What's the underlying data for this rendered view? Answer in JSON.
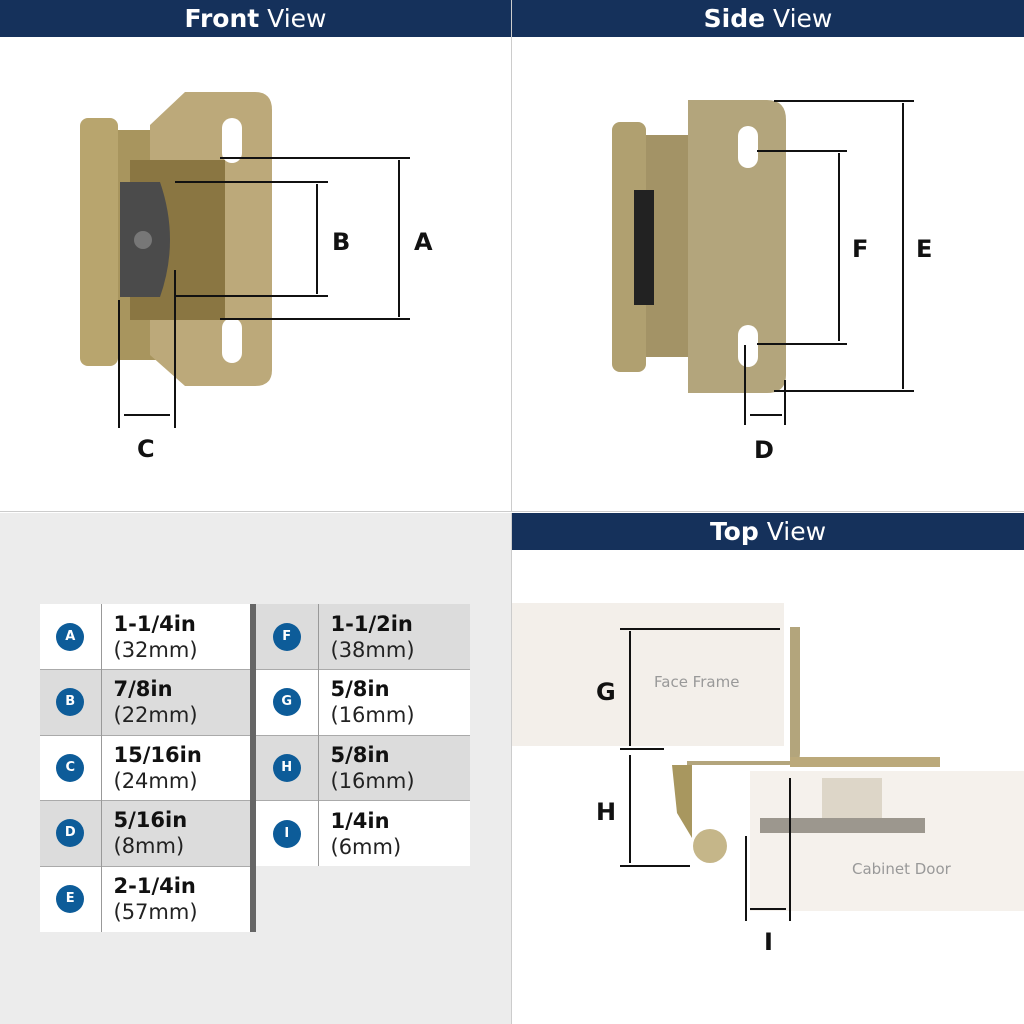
{
  "panels": {
    "front": {
      "title_bold": "Front",
      "title_light": "View",
      "labels": [
        "A",
        "B",
        "C"
      ]
    },
    "side": {
      "title_bold": "Side",
      "title_light": "View",
      "labels": [
        "D",
        "E",
        "F"
      ]
    },
    "top": {
      "title_bold": "Top",
      "title_light": "View",
      "labels": [
        "G",
        "H",
        "I"
      ],
      "face_frame": "Face Frame",
      "cabinet_door": "Cabinet Door"
    }
  },
  "specs": {
    "left": [
      {
        "letter": "A",
        "inches": "1-1/4in",
        "mm": "(32mm)"
      },
      {
        "letter": "B",
        "inches": "7/8in",
        "mm": "(22mm)"
      },
      {
        "letter": "C",
        "inches": "15/16in",
        "mm": "(24mm)"
      },
      {
        "letter": "D",
        "inches": "5/16in",
        "mm": "(8mm)"
      },
      {
        "letter": "E",
        "inches": "2-1/4in",
        "mm": "(57mm)"
      }
    ],
    "right": [
      {
        "letter": "F",
        "inches": "1-1/2in",
        "mm": "(38mm)"
      },
      {
        "letter": "G",
        "inches": "5/8in",
        "mm": "(16mm)"
      },
      {
        "letter": "H",
        "inches": "5/8in",
        "mm": "(16mm)"
      },
      {
        "letter": "I",
        "inches": "1/4in",
        "mm": "(6mm)"
      }
    ]
  },
  "colors": {
    "header": "#15315b",
    "badge": "#0d5c99",
    "brass": "#b5a57a"
  }
}
